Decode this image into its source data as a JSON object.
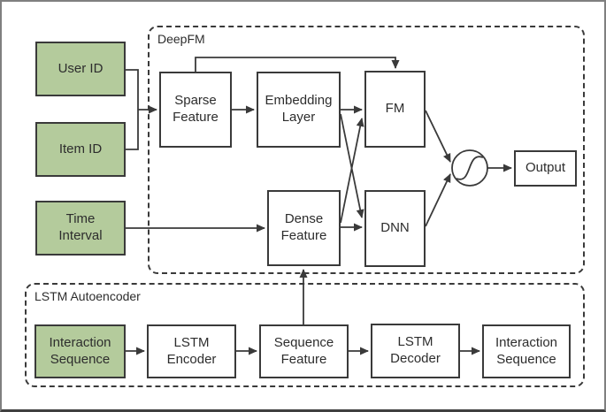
{
  "groups": {
    "deepfm": {
      "label": "DeepFM"
    },
    "lstm_autoencoder": {
      "label": "LSTM Autoencoder"
    }
  },
  "nodes": {
    "user_id": {
      "label": "User ID"
    },
    "item_id": {
      "label": "Item ID"
    },
    "time_interval": {
      "label": "Time\nInterval"
    },
    "interaction_sequence_input": {
      "label": "Interaction\nSequence"
    },
    "sparse_feature": {
      "label": "Sparse\nFeature"
    },
    "embedding_layer": {
      "label": "Embedding\nLayer"
    },
    "fm": {
      "label": "FM"
    },
    "dense_feature": {
      "label": "Dense\nFeature"
    },
    "dnn": {
      "label": "DNN"
    },
    "output": {
      "label": "Output"
    },
    "lstm_encoder": {
      "label": "LSTM\nEncoder"
    },
    "sequence_feature": {
      "label": "Sequence\nFeature"
    },
    "lstm_decoder": {
      "label": "LSTM\nDecoder"
    },
    "interaction_sequence_output": {
      "label": "Interaction\nSequence"
    }
  },
  "icons": {
    "sigmoid": "sigmoid-activation-icon"
  },
  "colors": {
    "input_fill": "#b4cb9c",
    "box_border": "#3a3a3a",
    "connector": "#3a3a3a",
    "frame_border": "#7f7f7f",
    "background": "#ffffff"
  }
}
